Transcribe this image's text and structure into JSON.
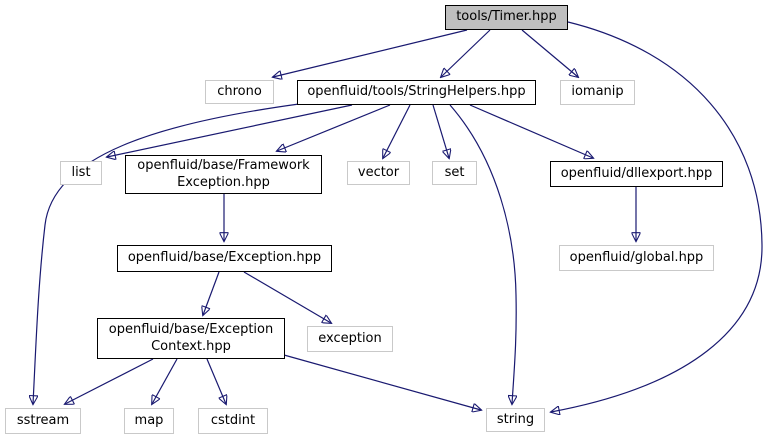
{
  "graph": {
    "type": "include-dependency-graph",
    "background_color": "#ffffff",
    "edge_color": "#191970",
    "project_node_border_color": "#000000",
    "system_node_border_color": "#c9c9c9",
    "current_node_fill_color": "#bfbfbf",
    "nodes": {
      "timer": {
        "label": "tools/Timer.hpp",
        "type": "current"
      },
      "chrono": {
        "label": "chrono",
        "type": "system"
      },
      "stringhelpers": {
        "label": "openfluid/tools/StringHelpers.hpp",
        "type": "project"
      },
      "iomanip": {
        "label": "iomanip",
        "type": "system"
      },
      "list": {
        "label": "list",
        "type": "system"
      },
      "frameworkexception": {
        "label": "openfluid/base/Framework\nException.hpp",
        "type": "project"
      },
      "vector": {
        "label": "vector",
        "type": "system"
      },
      "set": {
        "label": "set",
        "type": "system"
      },
      "dllexport": {
        "label": "openfluid/dllexport.hpp",
        "type": "project"
      },
      "global": {
        "label": "openfluid/global.hpp",
        "type": "system"
      },
      "exceptionhpp": {
        "label": "openfluid/base/Exception.hpp",
        "type": "project"
      },
      "exceptioncontext": {
        "label": "openfluid/base/Exception\nContext.hpp",
        "type": "project"
      },
      "exceptionstd": {
        "label": "exception",
        "type": "system"
      },
      "sstream": {
        "label": "sstream",
        "type": "system"
      },
      "map": {
        "label": "map",
        "type": "system"
      },
      "cstdint": {
        "label": "cstdint",
        "type": "system"
      },
      "string": {
        "label": "string",
        "type": "system"
      }
    },
    "edges": [
      {
        "from": "tools/Timer.hpp",
        "to": "chrono"
      },
      {
        "from": "tools/Timer.hpp",
        "to": "openfluid/tools/StringHelpers.hpp"
      },
      {
        "from": "tools/Timer.hpp",
        "to": "iomanip"
      },
      {
        "from": "tools/Timer.hpp",
        "to": "string"
      },
      {
        "from": "openfluid/tools/StringHelpers.hpp",
        "to": "list"
      },
      {
        "from": "openfluid/tools/StringHelpers.hpp",
        "to": "sstream"
      },
      {
        "from": "openfluid/tools/StringHelpers.hpp",
        "to": "openfluid/base/FrameworkException.hpp"
      },
      {
        "from": "openfluid/tools/StringHelpers.hpp",
        "to": "vector"
      },
      {
        "from": "openfluid/tools/StringHelpers.hpp",
        "to": "set"
      },
      {
        "from": "openfluid/tools/StringHelpers.hpp",
        "to": "openfluid/dllexport.hpp"
      },
      {
        "from": "openfluid/tools/StringHelpers.hpp",
        "to": "string"
      },
      {
        "from": "openfluid/base/FrameworkException.hpp",
        "to": "openfluid/base/Exception.hpp"
      },
      {
        "from": "openfluid/base/Exception.hpp",
        "to": "openfluid/base/ExceptionContext.hpp"
      },
      {
        "from": "openfluid/base/Exception.hpp",
        "to": "exception"
      },
      {
        "from": "openfluid/base/ExceptionContext.hpp",
        "to": "sstream"
      },
      {
        "from": "openfluid/base/ExceptionContext.hpp",
        "to": "map"
      },
      {
        "from": "openfluid/base/ExceptionContext.hpp",
        "to": "cstdint"
      },
      {
        "from": "openfluid/base/ExceptionContext.hpp",
        "to": "string"
      },
      {
        "from": "openfluid/dllexport.hpp",
        "to": "openfluid/global.hpp"
      }
    ]
  }
}
